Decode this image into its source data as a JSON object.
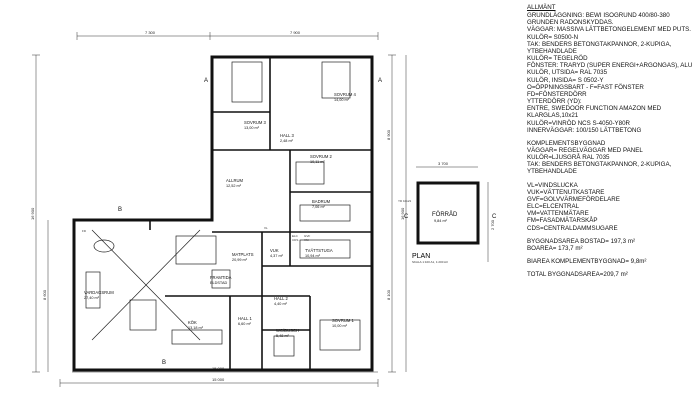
{
  "notes": {
    "title": "ALLMÄNT",
    "block1": [
      "GRUNDLÄGGNING: BEWI ISOGRUND 400/80-380",
      "GRUNDEN RADONSKYDDAS.",
      "VÄGGAR: MASSIVA LÄTTBETONGELEMENT MED PUTS.",
      "KULÖR= S0500-N",
      "TAK: BENDERS BETONGTAKPANNOR, 2-KUPIGA,",
      "YTBEHANDLADE",
      "KULÖR= TEGELRÖD",
      "FÖNSTER: TRARYD (SUPER ENERGI+ARGONGAS), ALU",
      "KULÖR, UTSIDA= RAL 7035",
      "KULÖR, INSIDA= S 0502-Y",
      "O=ÖPPNINGSBART - F=FAST FÖNSTER",
      "FD=FÖNSTERDÖRR",
      "YTTERDÖRR (YD):",
      "ENTRE, SWEDOOR FUNCTION AMAZON MED",
      "KLARGLAS,10x21",
      "KULÖR=VINRÖD NCS S-4050-Y80R",
      "INNERVÄGGAR: 100/150 LÄTTBETONG"
    ],
    "block2": [
      "KOMPLEMENTSBYGGNAD",
      "VÄGGAR= REGELVÄGGAR MED PANEL",
      "KULÖR=LJUSGRÅ RAL 7035",
      "TAK: BENDERS BETONGTAKPANNOR, 2-KUPIGA,",
      "YTBEHANDLADE"
    ],
    "block3": [
      "VL=VINDSLUCKA",
      "VUK=VÄTTENUTKASTARE",
      "GVF=GOLVVÄRMEFÖRDELARE",
      "ELC=ELCENTRAL",
      "VM=VATTENMÄTARE",
      "FM=FASADMÄTARSKÅP",
      "CDS=CENTRALDAMMSUGARE"
    ],
    "area_bostad": "BYGGNADSAREA BOSTAD= 197,3 m²",
    "boarea": "BOAREA= 173,7 m²",
    "area_komplement": "BIAREA KOMPLEMENTBYGGNAD= 9,8m²",
    "area_total": "TOTAL BYGGNADSAREA=209,7 m²"
  },
  "plan": {
    "label": "PLAN",
    "scale": "SKALA 1:100 A1, 1:200 A3",
    "rooms": {
      "sovrum4": {
        "name": "SOVRUM 4",
        "area": "14,00 m²"
      },
      "sovrum3": {
        "name": "SOVRUM 3",
        "area": "13,00 m²"
      },
      "hall3": {
        "name": "HALL 3",
        "area": "2,48 m²"
      },
      "sovrum2": {
        "name": "SOVRUM 2",
        "area": "10,11 m²"
      },
      "allrum": {
        "name": "ALLRUM",
        "area": "12,52 m²"
      },
      "badrum": {
        "name": "BADRUM",
        "area": "7,06 m²"
      },
      "vardagsrum": {
        "name": "VARDAGSRUM",
        "area": "27,40 m²"
      },
      "matplats": {
        "name": "MATPLATS",
        "area": "20,99 m²"
      },
      "vuk": {
        "name": "VUK",
        "area": "4,37 m²"
      },
      "tvattstuga": {
        "name": "TVÄTTSTUGA",
        "area": "10,94 m²"
      },
      "framtida": {
        "name": "FRAMTIDA",
        "sub": "ELDSTAD"
      },
      "hall2": {
        "name": "HALL 2",
        "area": "4,40 m²"
      },
      "hall1": {
        "name": "HALL 1",
        "area": "6,60 m²"
      },
      "kok": {
        "name": "KÖK",
        "area": "13,18 m²"
      },
      "sovrum1": {
        "name": "SOVRUM 1",
        "area": "10,00 m²"
      },
      "wc": {
        "name": "WC/DUSCH",
        "area": "5,48 m²"
      },
      "forrad": {
        "name": "FÖRRÅD",
        "area": "9,84 m²"
      }
    },
    "fixtures": {
      "elc": "ELC",
      "gvf": "GVF",
      "cds": "CDS",
      "vm": "VM",
      "vl": "VL",
      "yd": "YD 10x21",
      "fd": "FD"
    },
    "dims": {
      "top_left": "7 300",
      "top_right": "7 900",
      "right_total": "16 900",
      "left_total": "16 900",
      "left_part": "8 600",
      "bottom_total": "15 000",
      "bottom_part": "15 000",
      "right_part": "8 100",
      "right_upper": "8 900",
      "forrad_w": "3 700",
      "forrad_h": "2 700"
    },
    "section_marks": {
      "a": "A",
      "b": "B",
      "c": "C"
    }
  }
}
